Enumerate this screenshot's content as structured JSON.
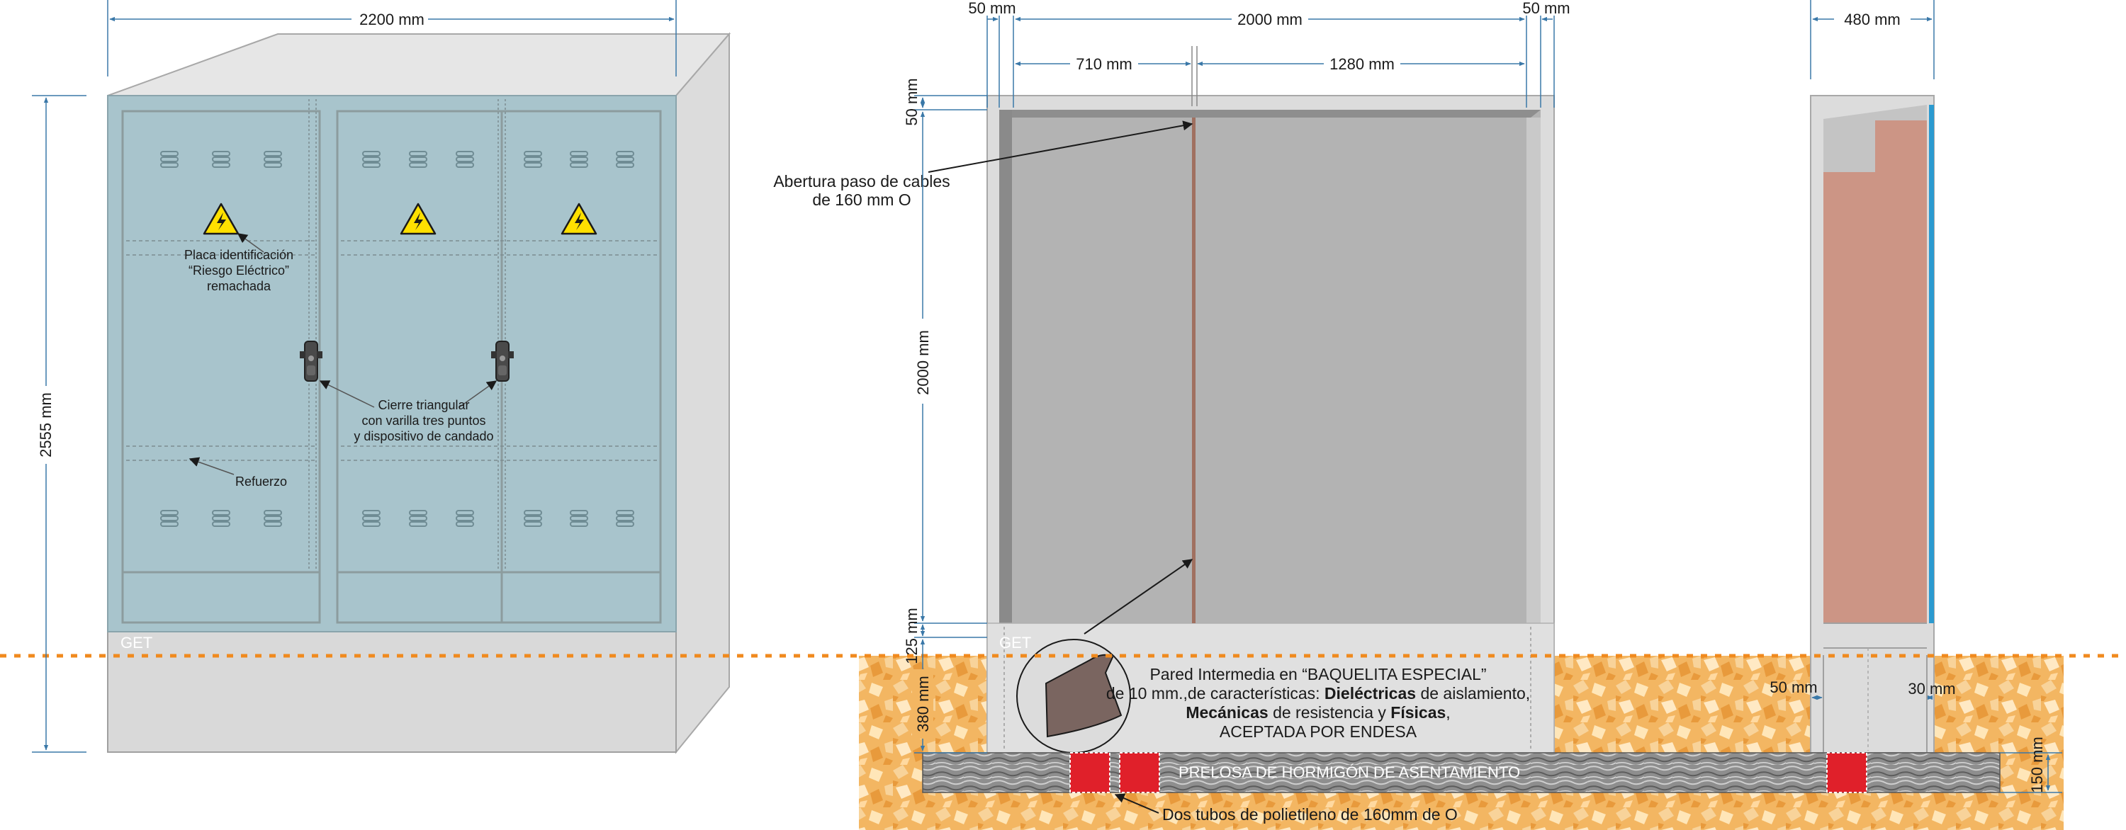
{
  "front": {
    "width_label": "2200 mm",
    "height_label": "2555 mm",
    "brand": "GET",
    "warning_note": [
      "Placa identificación",
      "“Riesgo Eléctrico”",
      "remachada"
    ],
    "lock_note": [
      "Cierre triangular",
      "con varilla tres puntos",
      "y dispositivo de candado"
    ],
    "reinforcement_note": "Refuerzo"
  },
  "section": {
    "left_wall_label": "50 mm",
    "interior_width_label": "2000 mm",
    "right_wall_label": "50 mm",
    "left_compartment_label": "710 mm",
    "right_compartment_label": "1280 mm",
    "top_wall_label": "50 mm",
    "interior_height_label": "2000 mm",
    "floor_label": "125 mm",
    "base_label": "380 mm",
    "brand": "GET",
    "cable_opening_note": [
      "Abertura paso de cables",
      "de 160 mm O"
    ],
    "partition_note": {
      "line1": "Pared Intermedia en “BAQUELITA ESPECIAL”",
      "line2_pre": "de 10 mm.,de características: ",
      "line2_bold": "Dieléctricas",
      "line2_post": " de aislamiento,",
      "line3_bold1": "Mecánicas",
      "line3_mid": " de resistencia y ",
      "line3_bold2": "Físicas",
      "line3_post": ",",
      "line4": "ACEPTADA POR ENDESA"
    },
    "slab_label": "PRELOSA DE HORMIGÓN DE ASENTAMIENTO",
    "tubes_note": "Dos tubos de polietileno de 160mm de O"
  },
  "side": {
    "depth_label": "480 mm",
    "left_wall_label": "50 mm",
    "right_wall_label": "30 mm",
    "slab_label": "150 mm"
  },
  "colors": {
    "door_panel": "#a8c4cc",
    "housing": "#d9d9d9",
    "interior": "#b3b3b3",
    "soil": "#f0b45a",
    "tube": "#e0202a",
    "partition": "#cc9585",
    "dimension_line": "#3a78a8",
    "ground_line": "#f08a1e"
  }
}
